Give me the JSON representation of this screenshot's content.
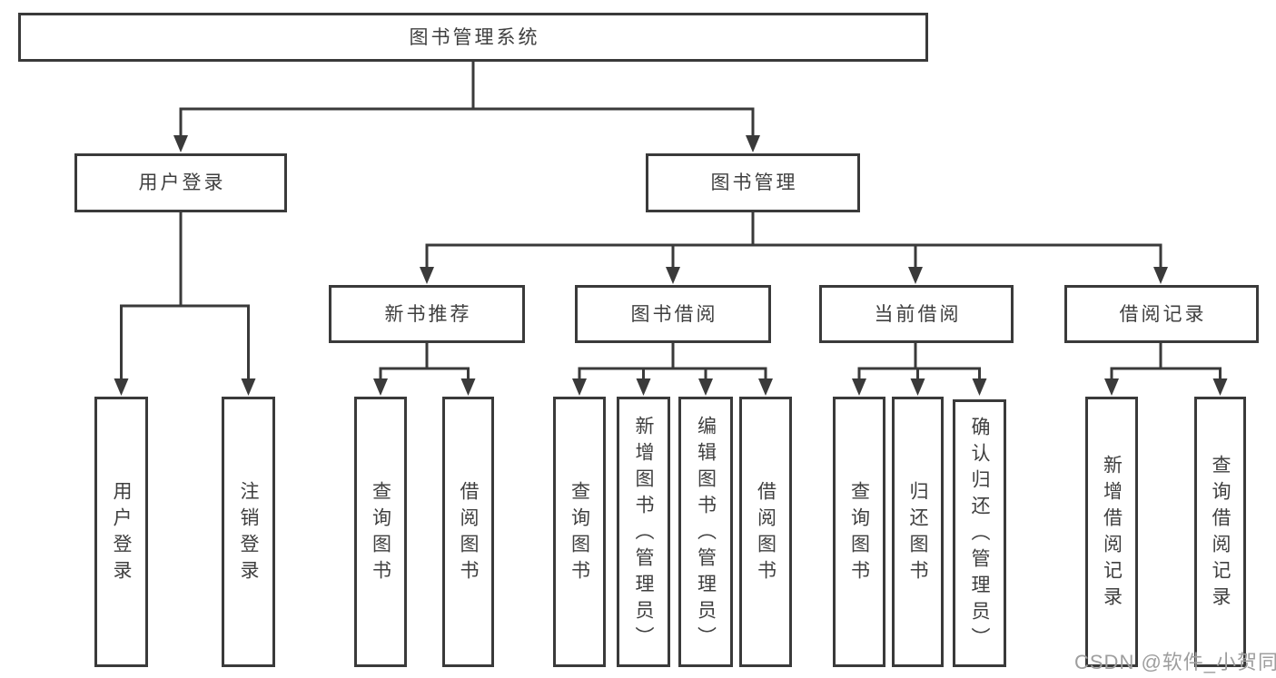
{
  "diagram_title": "图书管理系统",
  "tree": {
    "label": "图书管理系统",
    "children": [
      {
        "label": "用户登录",
        "children": [
          {
            "label": "用户登录"
          },
          {
            "label": "注销登录"
          }
        ]
      },
      {
        "label": "图书管理",
        "children": [
          {
            "label": "新书推荐",
            "children": [
              {
                "label": "查询图书"
              },
              {
                "label": "借阅图书"
              }
            ]
          },
          {
            "label": "图书借阅",
            "children": [
              {
                "label": "查询图书"
              },
              {
                "label": "新增图书（管理员）"
              },
              {
                "label": "编辑图书（管理员）"
              },
              {
                "label": "借阅图书"
              }
            ]
          },
          {
            "label": "当前借阅",
            "children": [
              {
                "label": "查询图书"
              },
              {
                "label": "归还图书"
              },
              {
                "label": "确认归还（管理员）"
              }
            ]
          },
          {
            "label": "借阅记录",
            "children": [
              {
                "label": "新增借阅记录"
              },
              {
                "label": "查询借阅记录"
              }
            ]
          }
        ]
      }
    ]
  },
  "watermark": {
    "text": "CSDN @软件_小贺同学"
  },
  "colors": {
    "line": "#3a3a3a",
    "text": "#3f3f3f",
    "watermark": "#9e9e9e",
    "background": "#ffffff"
  }
}
